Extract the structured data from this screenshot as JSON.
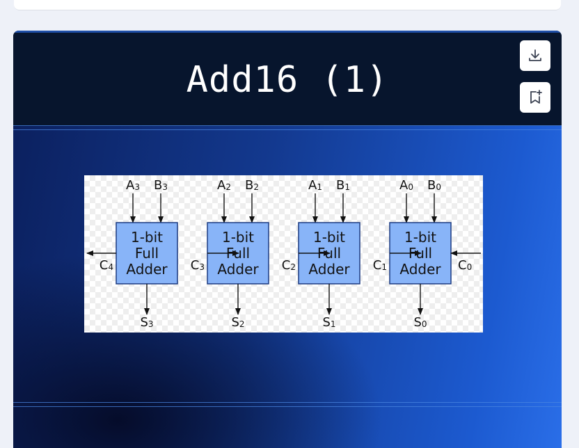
{
  "slide": {
    "title": "Add16 (1)",
    "actions": [
      {
        "name": "download",
        "icon": "download-icon"
      },
      {
        "name": "bookmark",
        "icon": "bookmark-add-icon"
      }
    ]
  },
  "diagram": {
    "block_line1": "1-bit",
    "block_line2": "Full",
    "block_line3": "Adder",
    "adders": [
      {
        "a": "A3",
        "b": "B3",
        "s": "S3",
        "cout": "C4"
      },
      {
        "a": "A2",
        "b": "B2",
        "s": "S2",
        "cout": "C3"
      },
      {
        "a": "A1",
        "b": "B1",
        "s": "S1",
        "cout": "C2"
      },
      {
        "a": "A0",
        "b": "B0",
        "s": "S0",
        "cout": "C1",
        "cin": "C0"
      }
    ]
  },
  "colors": {
    "header_bg": "#07152d",
    "block_fill": "#88b4f8",
    "block_stroke": "#1b3a80"
  }
}
